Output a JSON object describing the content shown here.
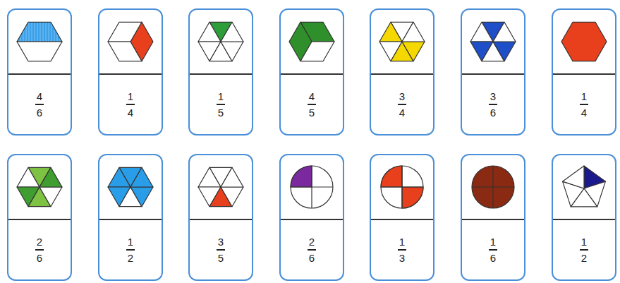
{
  "diagram": {
    "nodes": [
      {
        "text": [
          "4",
          "6"
        ]
      },
      {
        "text": [
          "1",
          "4"
        ]
      },
      {
        "text": [
          "1",
          "5"
        ]
      },
      {
        "text": [
          "4",
          "5"
        ]
      },
      {
        "text": [
          "3",
          "4"
        ]
      },
      {
        "text": [
          "3",
          "6"
        ]
      },
      {
        "text": [
          "1",
          "4"
        ]
      },
      {
        "text": [
          "2",
          "6"
        ]
      },
      {
        "text": [
          "1",
          "2"
        ]
      },
      {
        "text": [
          "3",
          "5"
        ]
      },
      {
        "text": [
          "2",
          "6"
        ]
      },
      {
        "text": [
          "1",
          "3"
        ]
      },
      {
        "text": [
          "1",
          "6"
        ]
      },
      {
        "text": [
          "1",
          "2"
        ]
      }
    ]
  }
}
